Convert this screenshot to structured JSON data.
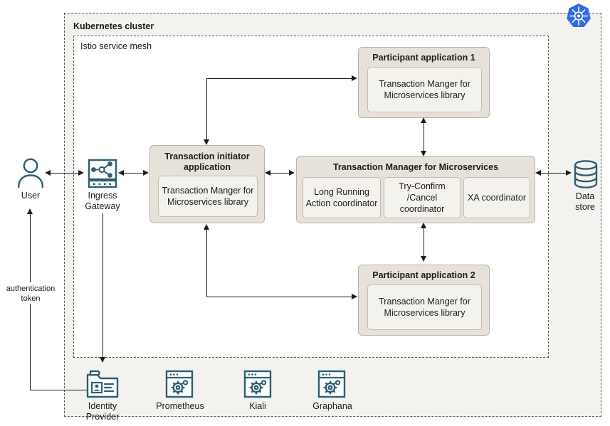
{
  "diagram": {
    "cluster": {
      "title": "Kubernetes cluster",
      "logo_icon": "kubernetes-logo-icon",
      "logo_color": "#326CE5"
    },
    "mesh": {
      "title": "Istio  service mesh"
    },
    "external_nodes": [
      {
        "key": "user",
        "label": "User",
        "icon": "user-icon"
      },
      {
        "key": "ingress_gateway",
        "label_line1": "Ingress",
        "label_line2": "Gateway",
        "icon": "ingress-gateway-icon"
      },
      {
        "key": "data_store",
        "label_line1": "Data",
        "label_line2": "store",
        "icon": "database-icon"
      }
    ],
    "tooling_nodes": [
      {
        "key": "identity_provider",
        "label_line1": "Identity",
        "label_line2": "Provider",
        "icon": "identity-provider-icon"
      },
      {
        "key": "prometheus",
        "label_line1": "Prometheus",
        "label_line2": "",
        "icon": "prometheus-icon"
      },
      {
        "key": "kiali",
        "label_line1": "Kiali",
        "label_line2": "",
        "icon": "kiali-icon"
      },
      {
        "key": "graphana",
        "label_line1": "Graphana",
        "label_line2": "",
        "icon": "graphana-icon"
      }
    ],
    "participant1": {
      "title": "Participant application 1",
      "library": "Transaction Manger for Microservices library"
    },
    "participant2": {
      "title": "Participant application 2",
      "library": "Transaction Manger for Microservices library"
    },
    "initiator": {
      "title_line1": "Transaction initiator",
      "title_line2": "application",
      "library": "Transaction Manger for Microservices library"
    },
    "tmm": {
      "title": "Transaction Manager for Microservices",
      "coordinators": [
        {
          "key": "lra",
          "label": "Long Running Action coordinator"
        },
        {
          "key": "tcc",
          "label": "Try-Confirm /Cancel coordinator"
        },
        {
          "key": "xa",
          "label": "XA coordinator"
        }
      ]
    },
    "edges": [
      {
        "key": "auth-token",
        "label_line1": "authentication",
        "label_line2": "token"
      }
    ],
    "colors": {
      "card_fill": "#e6e2da",
      "card_inner_fill": "#f4f2ed",
      "cluster_fill": "#f4f2ee",
      "icon_teal": "#2d5f72",
      "line": "#1c1c1c",
      "k8s_blue": "#326CE5"
    }
  }
}
